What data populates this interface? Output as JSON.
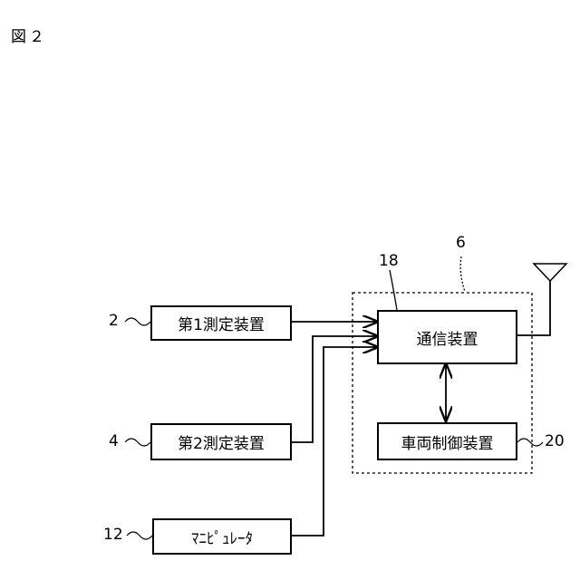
{
  "figure": {
    "title": "図２"
  },
  "blocks": {
    "measure1": {
      "label": "第1測定装置",
      "ref": "2"
    },
    "measure2": {
      "label": "第2測定装置",
      "ref": "4"
    },
    "manipulator": {
      "label": "ﾏﾆﾋﾟｭﾚｰﾀ",
      "ref": "12"
    },
    "comm": {
      "label": "通信装置",
      "ref": "18"
    },
    "vehicle_ctrl": {
      "label": "車両制御装置",
      "ref": "20"
    },
    "enclosure": {
      "ref": "6"
    }
  }
}
